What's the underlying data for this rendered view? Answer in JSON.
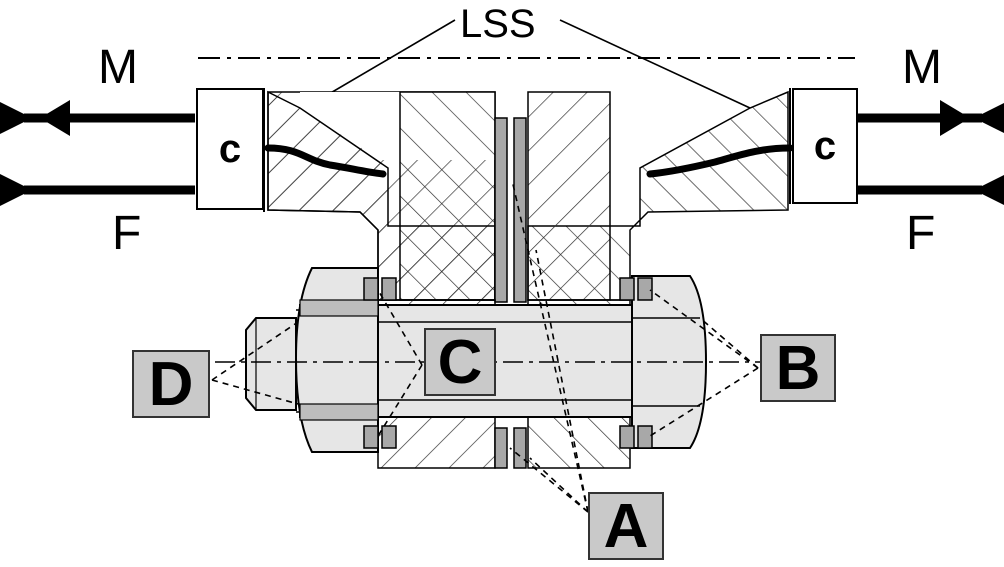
{
  "labels": {
    "lss": "LSS",
    "moment_left": "M",
    "moment_right": "M",
    "force_left": "F",
    "force_right": "F",
    "clamp_left": "c",
    "clamp_right": "c",
    "part_a": "A",
    "part_b": "B",
    "part_c": "C",
    "part_d": "D"
  },
  "colors": {
    "line": "#000000",
    "label_box_fill": "#c9c9c9",
    "part_fill": "#e6e6e6",
    "shim_fill": "#a8a8a8"
  }
}
